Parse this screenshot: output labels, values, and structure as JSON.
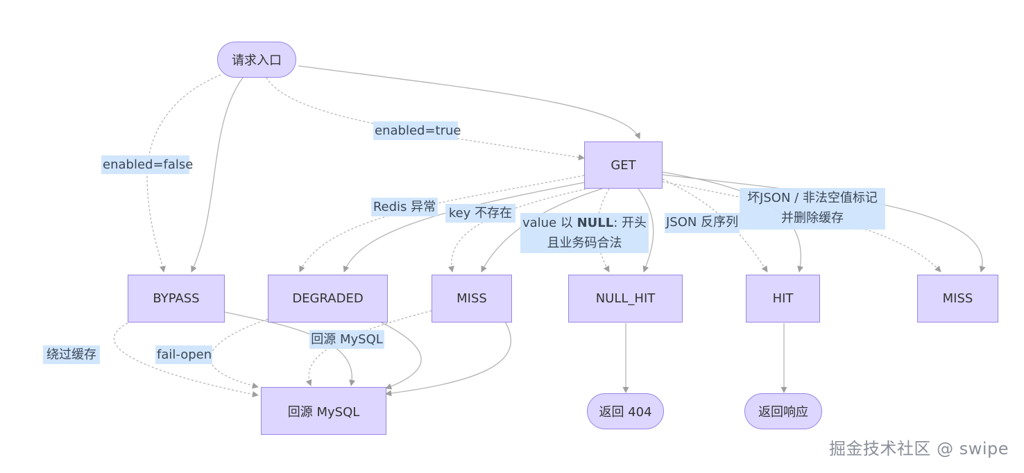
{
  "nodes": {
    "entry": "请求入口",
    "get": "GET",
    "bypass": "BYPASS",
    "degraded": "DEGRADED",
    "miss1": "MISS",
    "null_hit": "NULL_HIT",
    "hit": "HIT",
    "miss2": "MISS",
    "mysql": "回源 MySQL",
    "ret404": "返回 404",
    "ret_resp": "返回响应"
  },
  "edge_labels": {
    "enabled_false": "enabled=false",
    "enabled_true": "enabled=true",
    "redis_error": "Redis 异常",
    "key_missing": "key 不存在",
    "null_prefix_1": "value 以 ",
    "null_prefix_bold": "NULL",
    "null_prefix_2": ": 开头",
    "null_prefix_line2": "且业务码合法",
    "json_deser": "JSON 反序列",
    "bad_json_line1": "坏JSON / 非法空值标记",
    "bad_json_line2": "并删除缓存",
    "bypass_cache": "绕过缓存",
    "fail_open": "fail-open",
    "back_mysql": "回源 MySQL"
  },
  "watermark": "掘金技术社区 @ swipe",
  "colors": {
    "node_fill": "#ddd6fe",
    "node_border": "#9a85e6",
    "edge": "#b0b0b0",
    "label_bg": "#cde4fc"
  }
}
